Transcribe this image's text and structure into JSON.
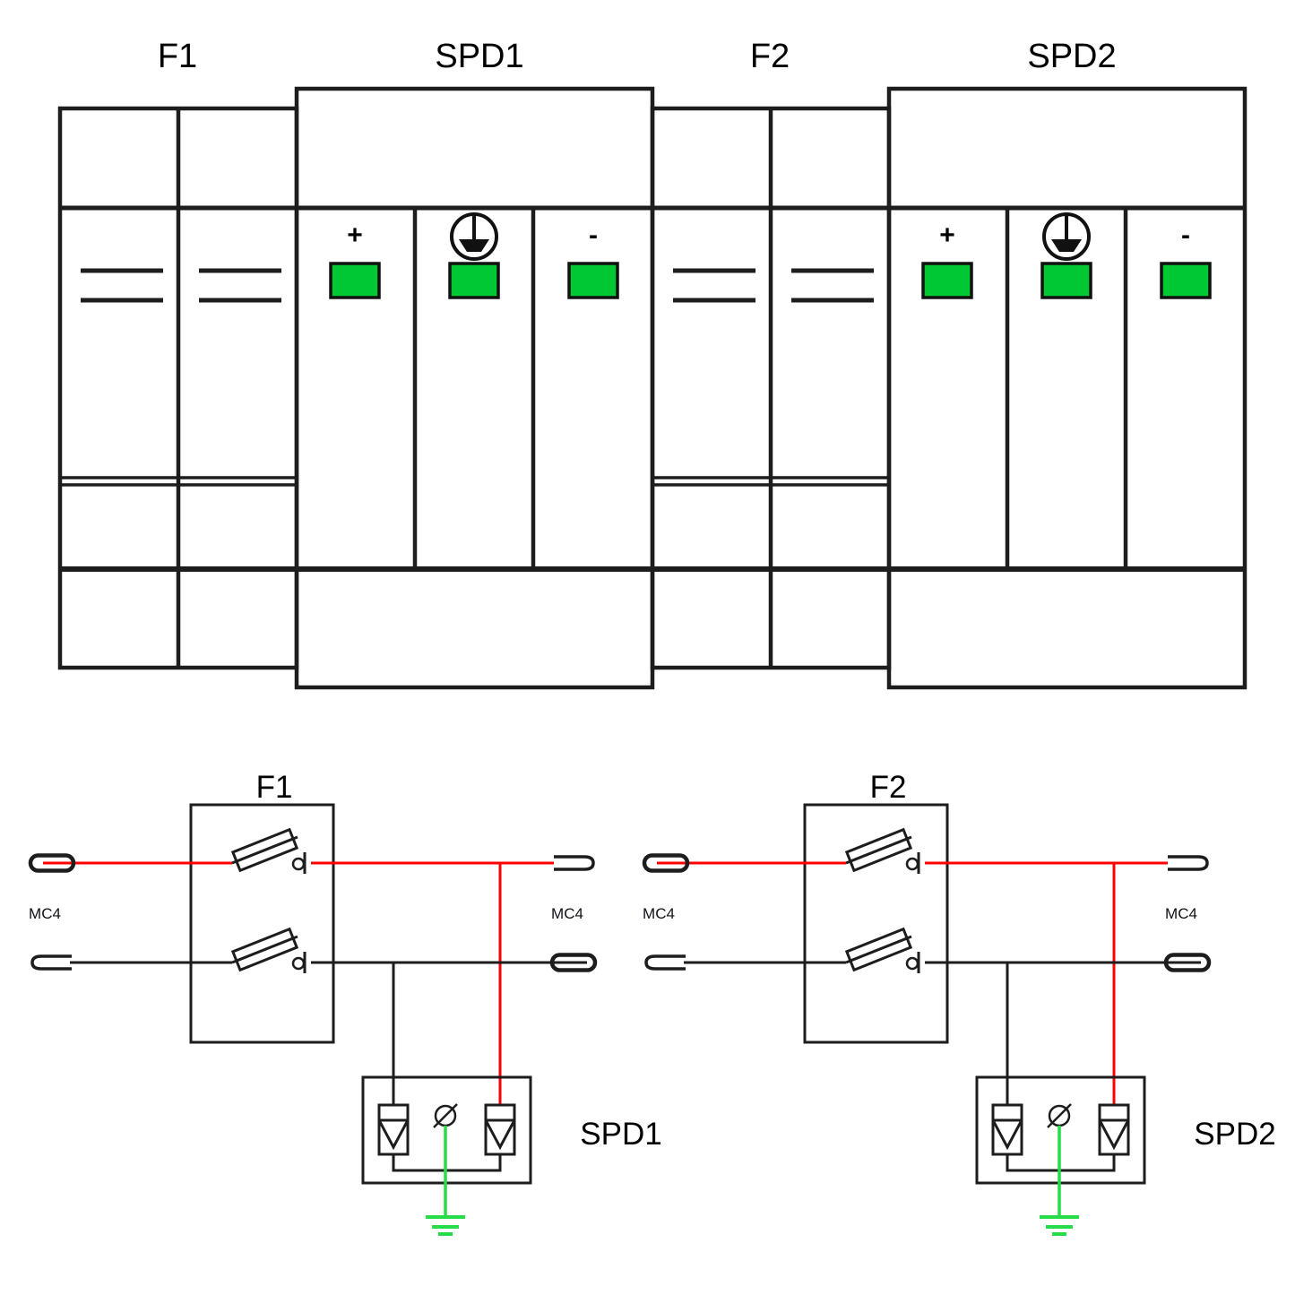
{
  "diagram": {
    "panel_row": {
      "fuse_holders": [
        {
          "label": "F1",
          "poles": 2
        },
        {
          "label": "F2",
          "poles": 2
        }
      ],
      "spds": [
        {
          "label": "SPD1",
          "terminals": [
            {
              "symbol": "+",
              "type": "positive",
              "indicator": "green"
            },
            {
              "symbol": "",
              "type": "earth",
              "icon": "protective-earth-icon",
              "indicator": "green"
            },
            {
              "symbol": "-",
              "type": "negative",
              "indicator": "green"
            }
          ]
        },
        {
          "label": "SPD2",
          "terminals": [
            {
              "symbol": "+",
              "type": "positive",
              "indicator": "green"
            },
            {
              "symbol": "",
              "type": "earth",
              "icon": "protective-earth-icon",
              "indicator": "green"
            },
            {
              "symbol": "-",
              "type": "negative",
              "indicator": "green"
            }
          ]
        }
      ]
    },
    "schematic_row": {
      "circuits": [
        {
          "fuse_label": "F1",
          "spd_label": "SPD1",
          "connector_left_label": "MC4",
          "connector_right_label": "MC4"
        },
        {
          "fuse_label": "F2",
          "spd_label": "SPD2",
          "connector_left_label": "MC4",
          "connector_right_label": "MC4"
        }
      ]
    },
    "colors": {
      "outline": "#1d1d1d",
      "positive_wire": "#ff0000",
      "negative_wire": "#1d1d1d",
      "earth_wire": "#26dc48",
      "indicator_green": "#00c832"
    }
  }
}
